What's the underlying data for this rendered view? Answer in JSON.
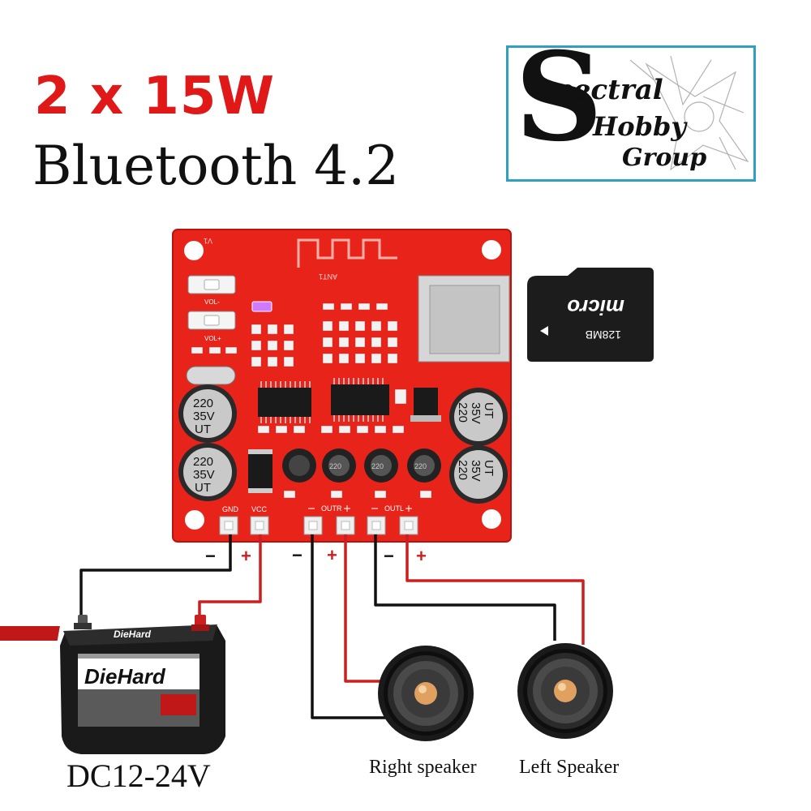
{
  "title": {
    "line1": "2 x 15W",
    "line2": "Bluetooth 4.2"
  },
  "logo": {
    "letter": "S",
    "word1": "pectral",
    "word2": "Hobby",
    "word3": "Group"
  },
  "board": {
    "terminals": [
      "GND",
      "VCC",
      "OUTR",
      "OUTL"
    ],
    "buttons": [
      "VOL-",
      "VOL+"
    ],
    "antenna_label": "ANT1",
    "silk_v1": "V1",
    "capacitor_text": [
      "220",
      "35V",
      "UT"
    ],
    "inductor_text": "220"
  },
  "sd_card": {
    "capacity": "128MB",
    "brand": "micro"
  },
  "polarity": {
    "neg": "−",
    "pos": "+"
  },
  "battery": {
    "brand": "DieHard",
    "top_brand": "DieHard",
    "caption": "DC12-24V"
  },
  "speakers": {
    "right": "Right speaker",
    "left": "Left Speaker"
  },
  "colors": {
    "board": "#e8231a",
    "title_red": "#e01818",
    "wire_red": "#cc1f1f",
    "wire_black": "#111111",
    "logo_border": "#30a0c0"
  }
}
